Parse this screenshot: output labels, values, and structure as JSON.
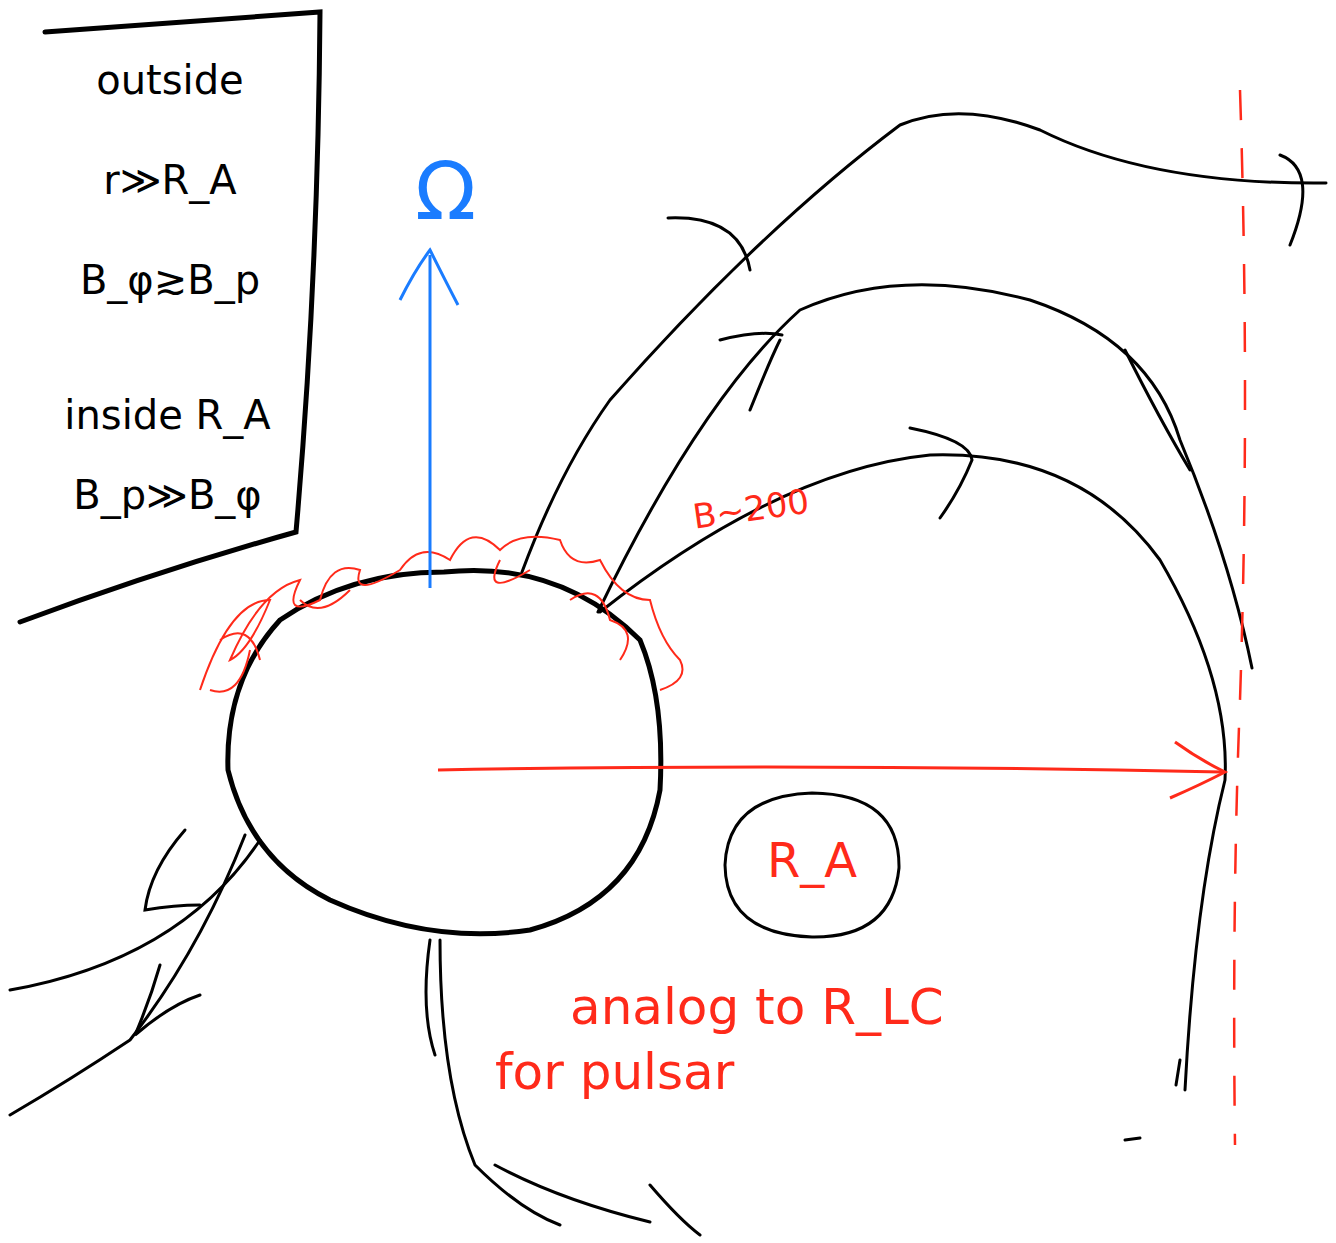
{
  "diagram": {
    "nodes": [
      {
        "text": [
          "outside r≫R_A B_φ≳B_p",
          "inside R_A B_p≫B_φ"
        ]
      },
      {
        "text": [
          "R_A"
        ]
      }
    ],
    "labels": [
      "Ω",
      "B~200",
      "analog to R_LC for pulsar"
    ]
  }
}
